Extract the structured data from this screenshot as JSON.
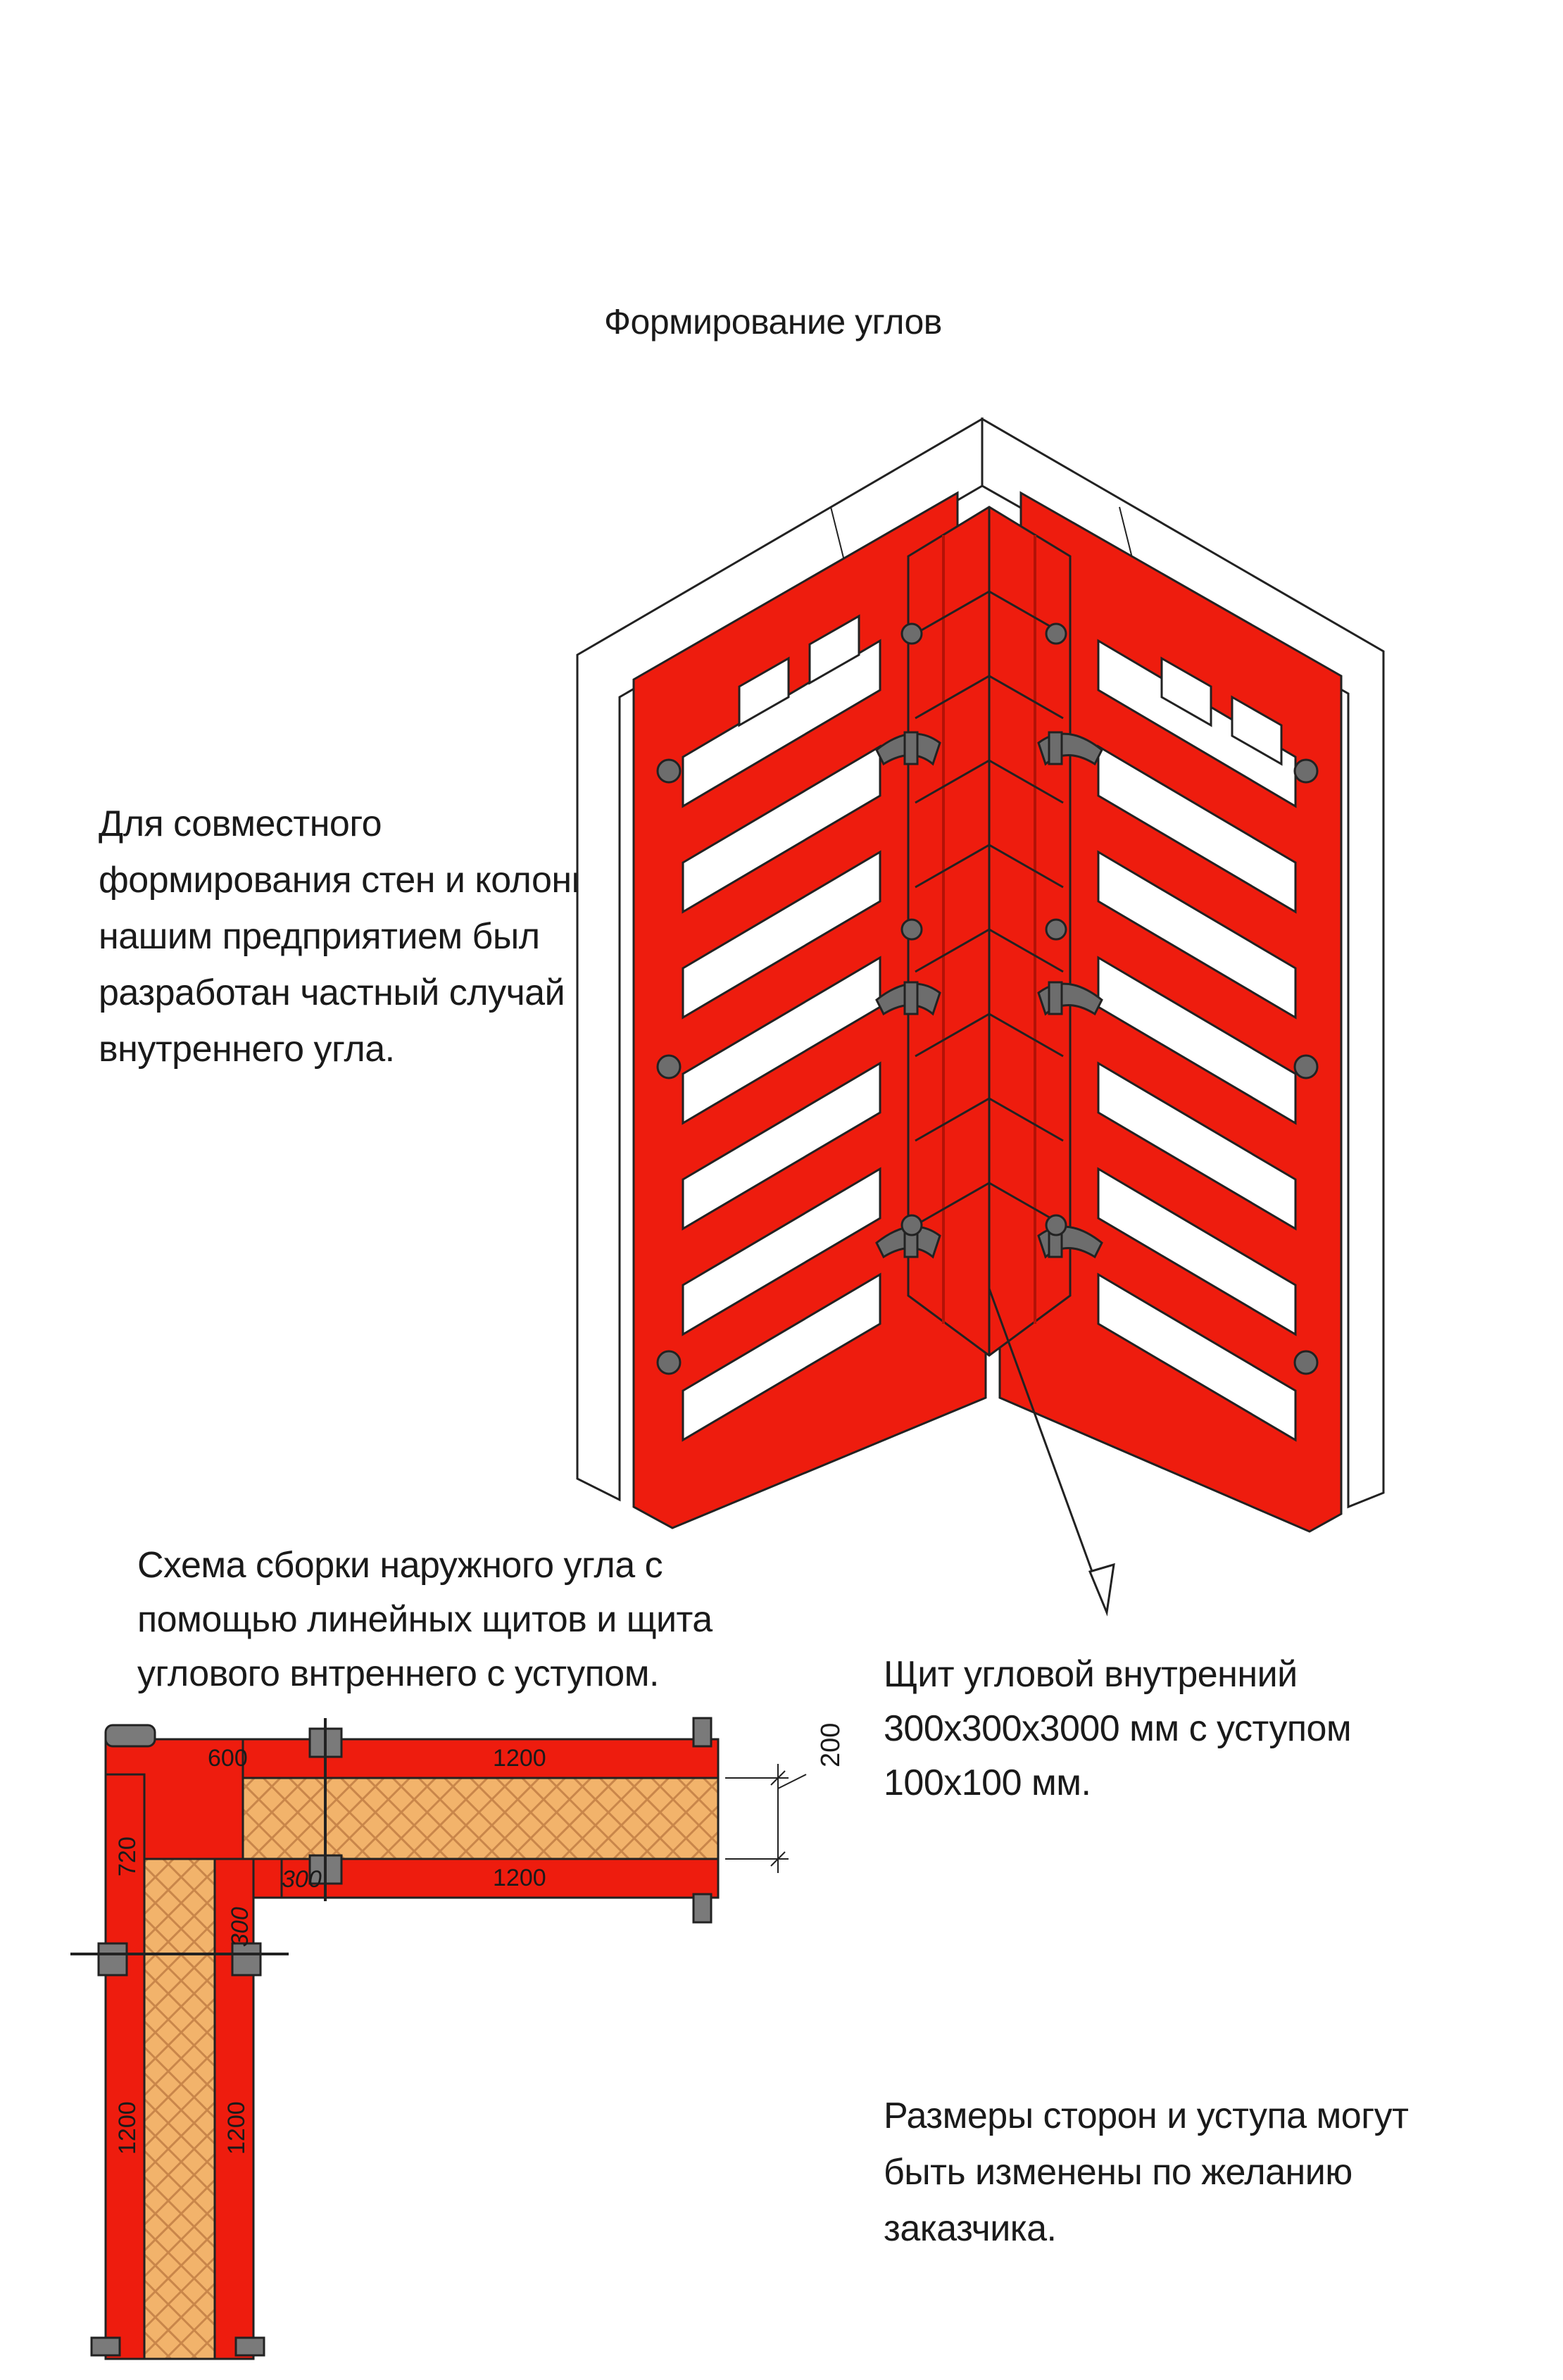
{
  "title": "Формирование углов",
  "intro": {
    "lines": [
      "Для совместного",
      "формирования стен и колонн",
      "нашим предприятием был",
      "разработан частный случай",
      "внутреннего угла."
    ]
  },
  "scheme": {
    "lines": [
      "Схема сборки наружного угла с",
      "помощью линейных щитов и щита",
      "углового внтреннего с уступом."
    ]
  },
  "panel_callout": {
    "lines": [
      "Щит угловой внутренний",
      "300x300x3000 мм с уступом",
      "100x100 мм."
    ]
  },
  "note": {
    "lines": [
      "Размеры сторон и уступа могут",
      "быть изменены по желанию",
      "заказчика."
    ]
  },
  "plan_dimensions": {
    "d600": "600",
    "d1200_top": "1200",
    "d1200_mid": "1200",
    "d200": "200",
    "d720": "720",
    "d300_h": "300",
    "d300_v": "300",
    "d1200_left": "1200",
    "d1200_right": "1200"
  },
  "colors": {
    "formwork": "#ee1c0e",
    "formwork_dark": "#b31207",
    "plywood": "#f2b36b",
    "concrete_wall": "#ffffff",
    "clamp": "#666666"
  }
}
